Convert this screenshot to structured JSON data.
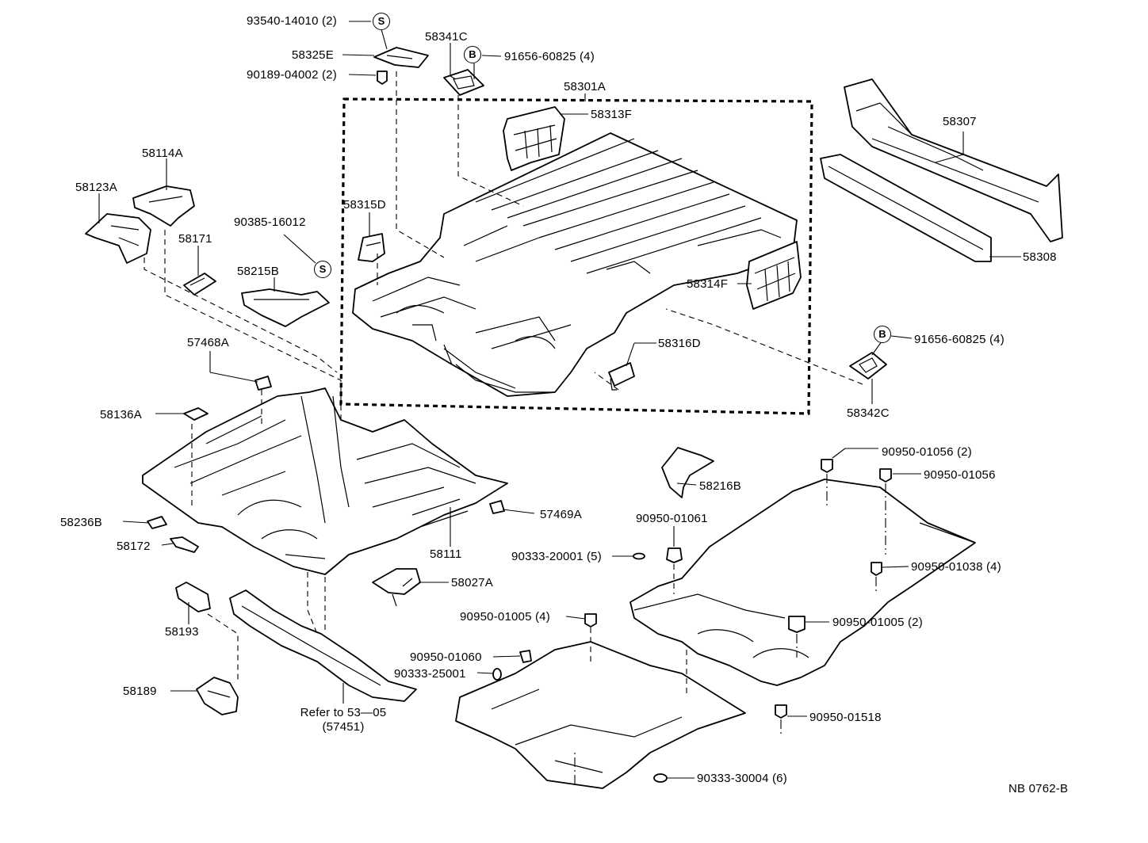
{
  "labels": {
    "p93540": "93540-14010 (2)",
    "p58325E": "58325E",
    "p90189": "90189-04002 (2)",
    "p58341C": "58341C",
    "p91656a": "91656-60825 (4)",
    "p58301A": "58301A",
    "p58313F": "58313F",
    "p58307": "58307",
    "p58308": "58308",
    "p58114A": "58114A",
    "p58123A": "58123A",
    "p58171": "58171",
    "p90385": "90385-16012",
    "p58215B": "58215B",
    "p58315D": "58315D",
    "p58314F": "58314F",
    "p58316D": "58316D",
    "p91656b": "91656-60825 (4)",
    "p58342C": "58342C",
    "p57468A": "57468A",
    "p58136A": "58136A",
    "p57469A": "57469A",
    "p58236B": "58236B",
    "p58172": "58172",
    "p58111": "58111",
    "p58027A": "58027A",
    "p58193": "58193",
    "p58189": "58189",
    "p_refer1": "Refer to 53—05",
    "p_refer2": "(57451)",
    "p58216B": "58216B",
    "p90950_01061": "90950-01061",
    "p90333_20001": "90333-20001 (5)",
    "p90950_01056a": "90950-01056 (2)",
    "p90950_01056b": "90950-01056",
    "p90950_01038": "90950-01038 (4)",
    "p90950_01005a": "90950-01005 (4)",
    "p90950_01005b": "90950-01005 (2)",
    "p90950_01060": "90950-01060",
    "p90333_25001": "90333-25001",
    "p90950_01518": "90950-01518",
    "p90333_30004": "90333-30004 (6)",
    "code": "NB 0762-B"
  },
  "symbols": {
    "s1": "S",
    "s2": "S",
    "b1": "B",
    "b2": "B"
  }
}
